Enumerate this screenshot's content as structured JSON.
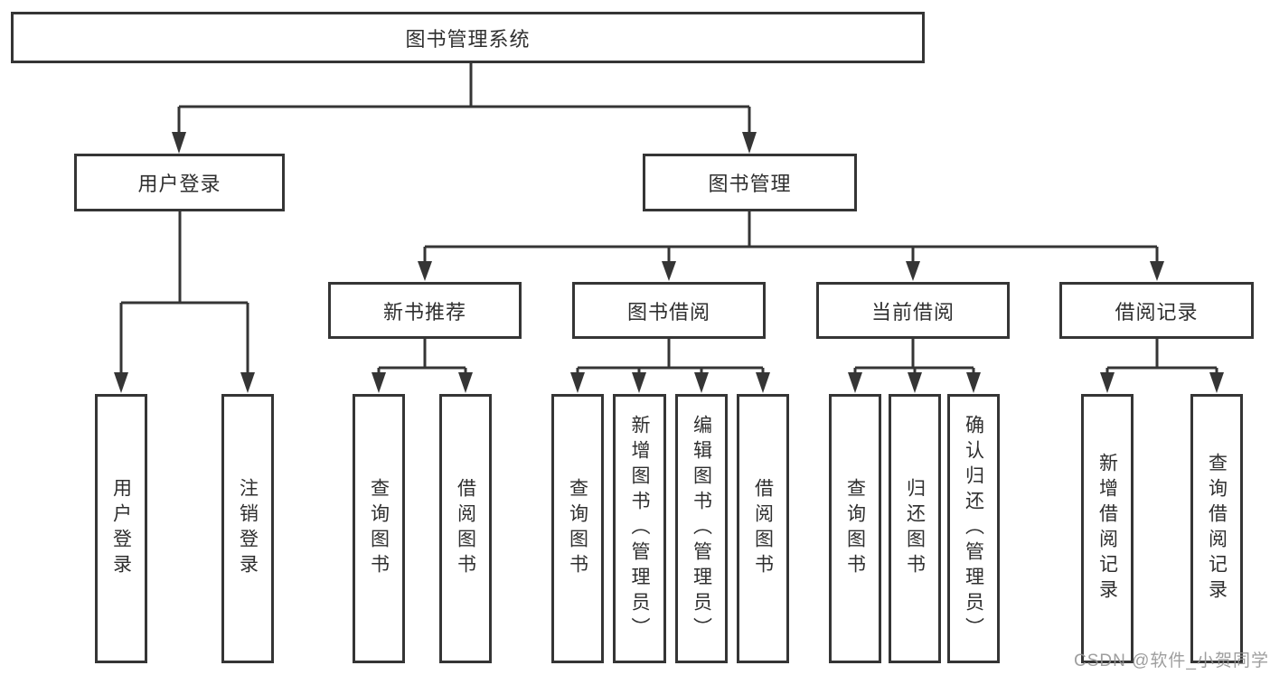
{
  "colors": {
    "line": "#353535",
    "box_border": "#353535",
    "text": "#2f2f2f",
    "watermark": "#949494",
    "background": "#ffffff"
  },
  "root": {
    "label": "图书管理系统"
  },
  "user_branch": {
    "label": "用户登录",
    "children": [
      {
        "label": "用户登录"
      },
      {
        "label": "注销登录"
      }
    ]
  },
  "book_branch": {
    "label": "图书管理",
    "sections": [
      {
        "label": "新书推荐",
        "children": [
          {
            "label": "查询图书"
          },
          {
            "label": "借阅图书"
          }
        ]
      },
      {
        "label": "图书借阅",
        "children": [
          {
            "label": "查询图书"
          },
          {
            "label": "新增图书（管理员）"
          },
          {
            "label": "编辑图书（管理员）"
          },
          {
            "label": "借阅图书"
          }
        ]
      },
      {
        "label": "当前借阅",
        "children": [
          {
            "label": "查询图书"
          },
          {
            "label": "归还图书"
          },
          {
            "label": "确认归还（管理员）"
          }
        ]
      },
      {
        "label": "借阅记录",
        "children": [
          {
            "label": "新增借阅记录"
          },
          {
            "label": "查询借阅记录"
          }
        ]
      }
    ]
  },
  "watermark": {
    "text": "CSDN @软件_小贺同学"
  }
}
